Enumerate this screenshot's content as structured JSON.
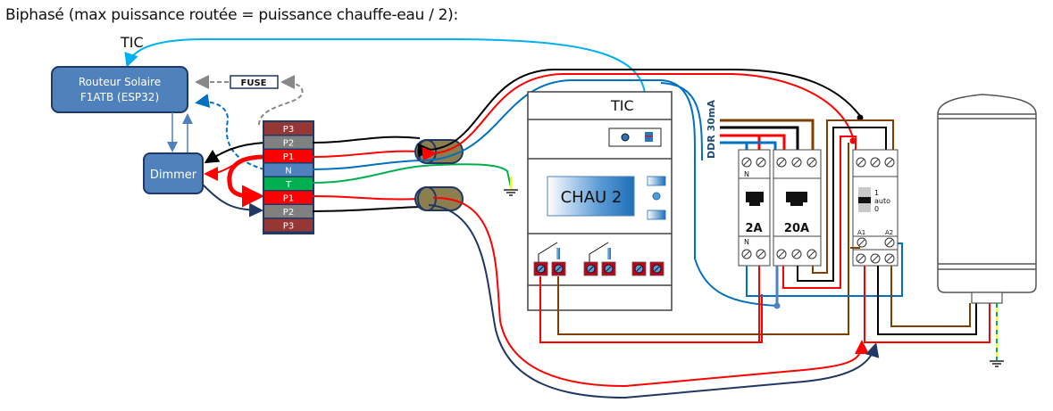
{
  "title": "Biphasé (max puissance routée = puissance chauffe-eau / 2):",
  "labels": {
    "tic_left": "TIC",
    "router_line1": "Routeur Solaire",
    "router_line2": "F1ATB (ESP32)",
    "fuse": "FUSE",
    "dimmer": "Dimmer",
    "tic_meter": "TIC",
    "meter_display": "CHAU 2",
    "ddr": "DDR 30mA",
    "breaker_small": "2A",
    "breaker_large": "20A",
    "neutral_top": "N",
    "neutral_bottom": "N",
    "contactor_mode_1": "1",
    "contactor_mode_auto": "auto",
    "contactor_mode_0": "0",
    "contactor_a1": "A1",
    "contactor_a2": "A2"
  },
  "terminal_block": [
    {
      "label": "P3",
      "color": "#953735"
    },
    {
      "label": "P2",
      "color": "#808080"
    },
    {
      "label": "P1",
      "color": "#ff0000"
    },
    {
      "label": "N",
      "color": "#4f81bd"
    },
    {
      "label": "T",
      "color": "#00b050"
    },
    {
      "label": "P1",
      "color": "#ff0000"
    },
    {
      "label": "P2",
      "color": "#808080"
    },
    {
      "label": "P3",
      "color": "#953735"
    }
  ],
  "colors": {
    "box_fill": "#4f81bd",
    "box_stroke": "#1f3864",
    "phase": "#ff0000",
    "neutral": "#0070c0",
    "tic": "#00b0f0",
    "earth": "#00b050",
    "brown": "#7f3f00",
    "black": "#000000",
    "navy": "#1f3864",
    "cable_gland": "#8c7e4e"
  }
}
